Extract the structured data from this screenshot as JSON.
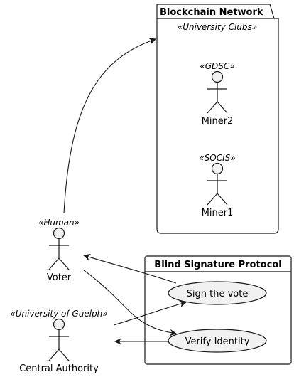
{
  "packages": {
    "blockchain": {
      "title": "Blockchain Network",
      "stereotype": "«University Clubs»"
    },
    "blind": {
      "title": "Blind Signature Protocol"
    }
  },
  "actors": {
    "miner2": {
      "stereotype": "«GDSC»",
      "name": "Miner2"
    },
    "miner1": {
      "stereotype": "«SOCIS»",
      "name": "Miner1"
    },
    "voter": {
      "stereotype": "«Human»",
      "name": "Voter"
    },
    "authority": {
      "stereotype": "«University of Guelph»",
      "name": "Central Authority"
    }
  },
  "usecases": {
    "sign": {
      "label": "Sign the vote"
    },
    "verify": {
      "label": "Verify Identity"
    }
  },
  "colors": {
    "line": "#181818",
    "usecase_fill": "#f1f1f1",
    "actor_fill": "#f1f1f1"
  }
}
